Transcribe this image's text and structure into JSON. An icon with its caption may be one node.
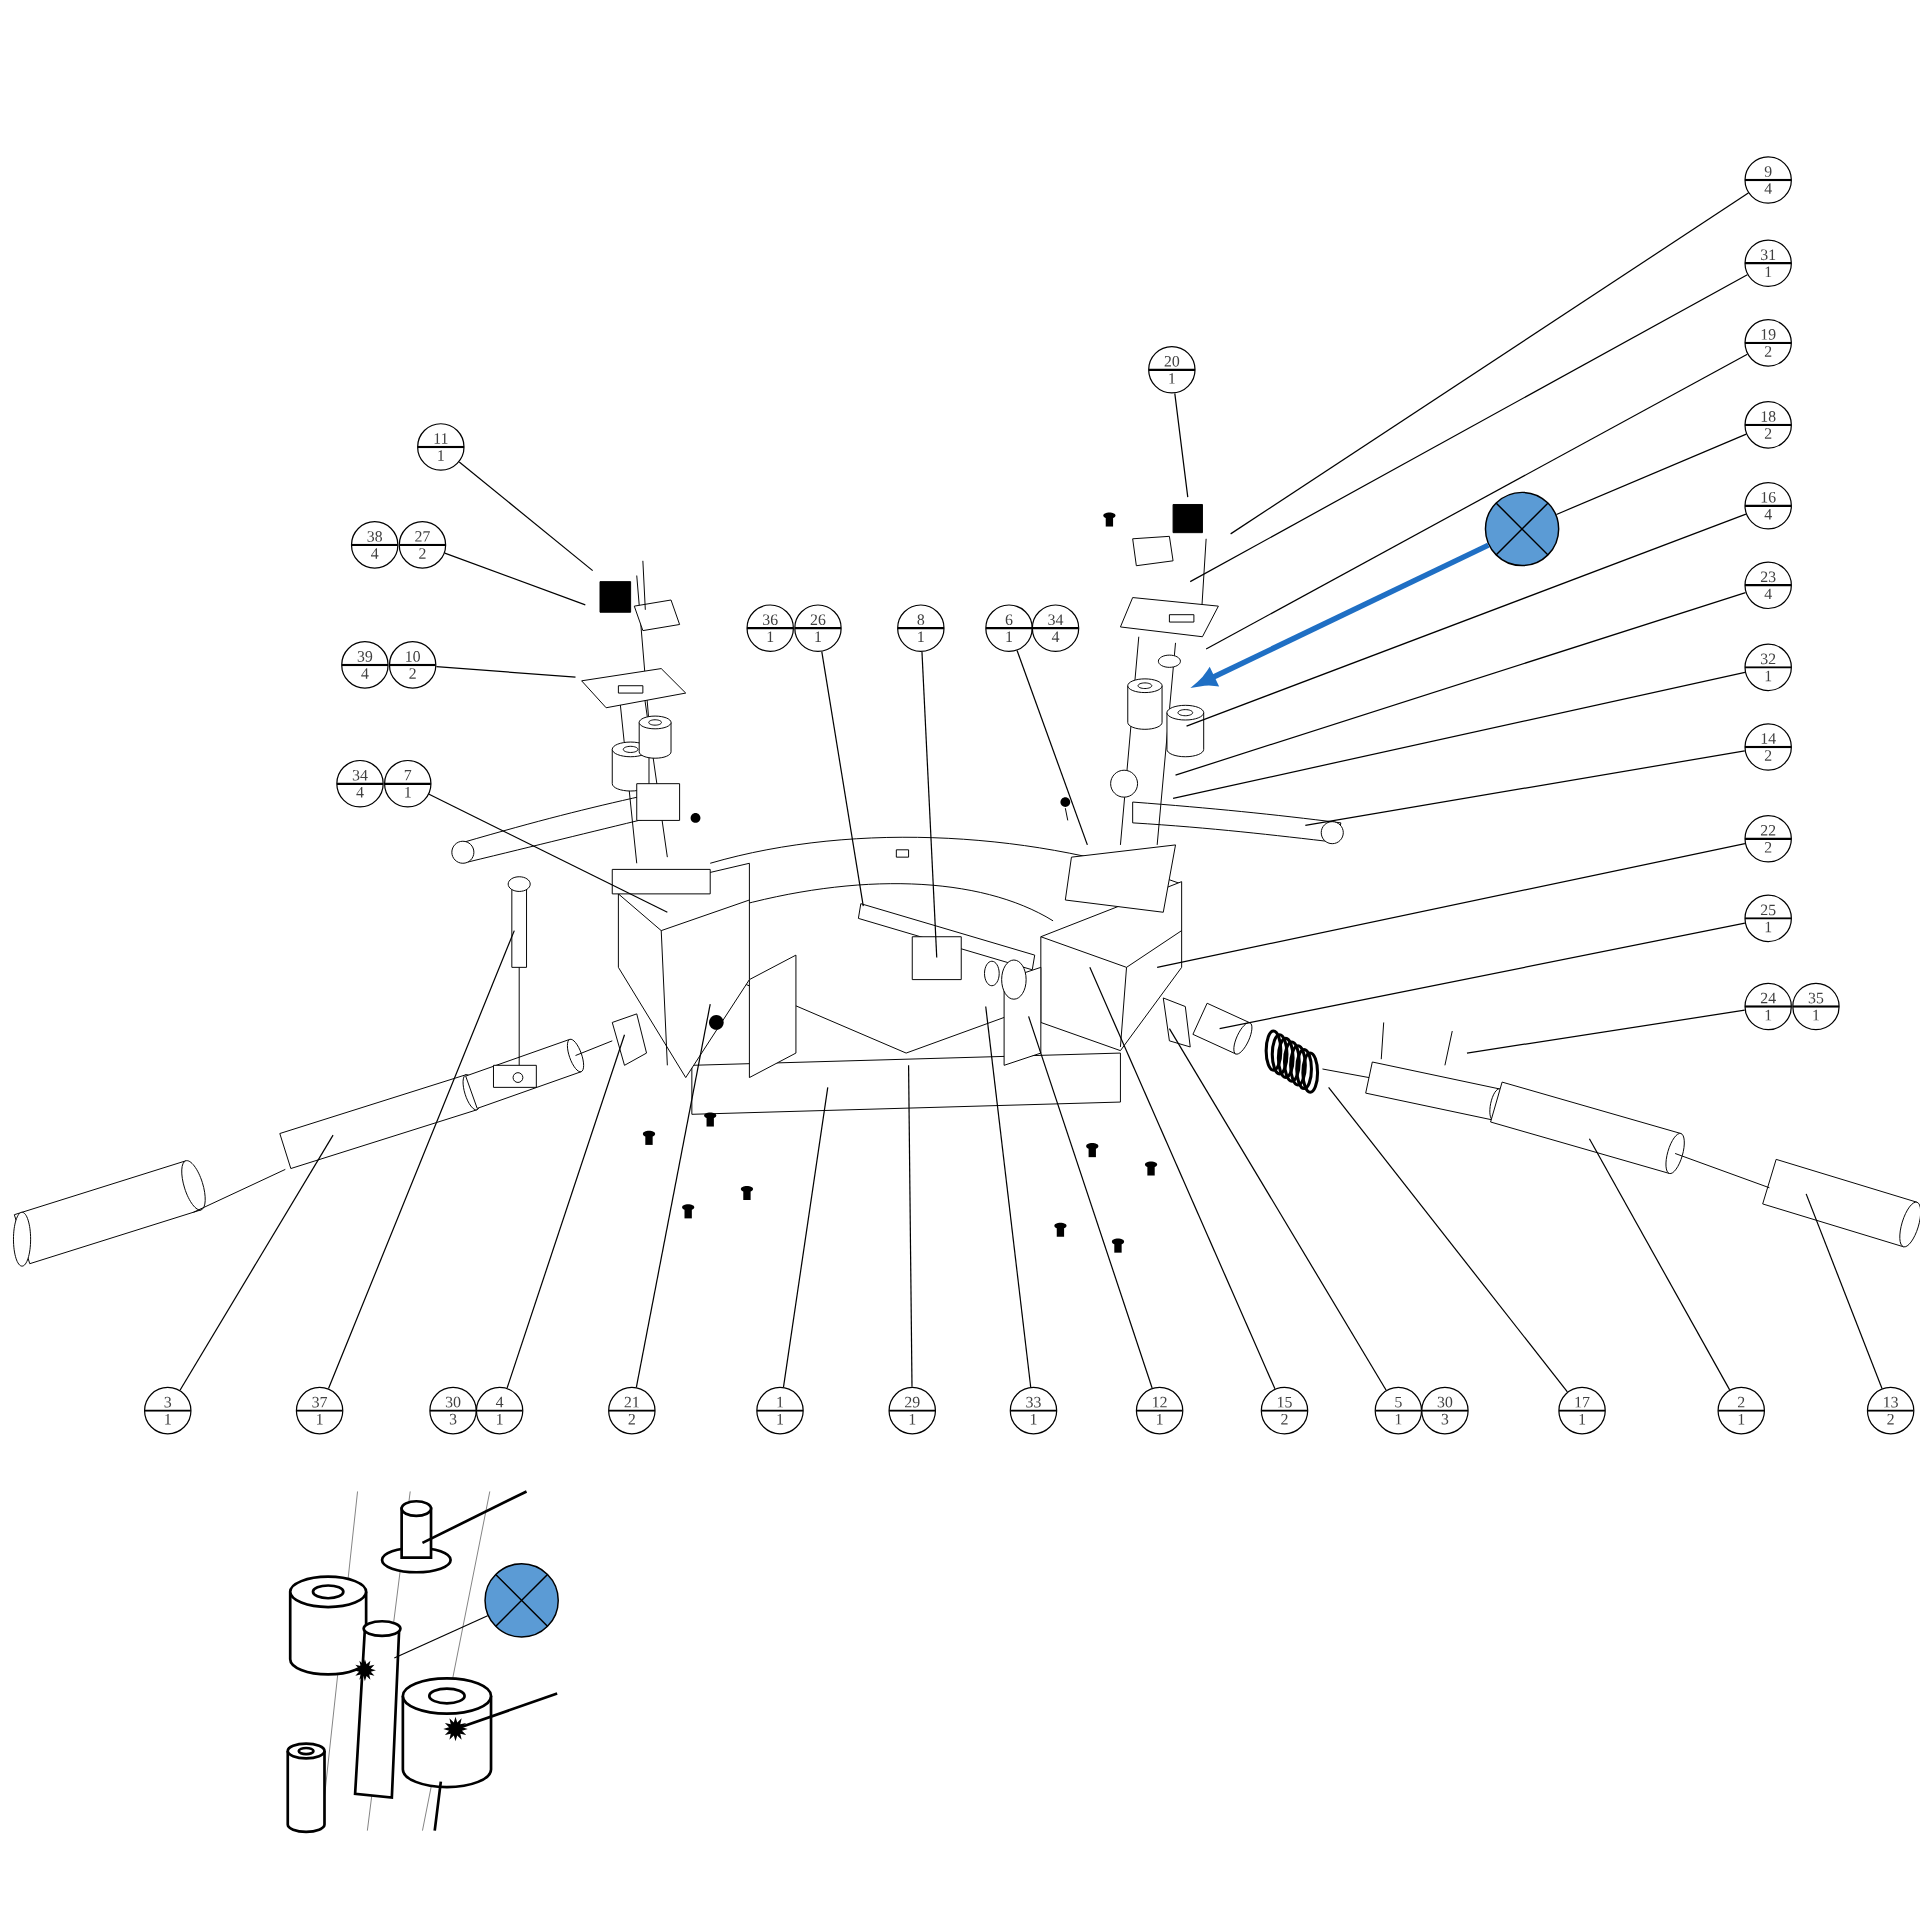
{
  "diagram": {
    "nodes": [
      {
        "text": [
          "9",
          "4"
        ]
      },
      {
        "text": [
          "31",
          "1"
        ]
      },
      {
        "text": [
          "19",
          "2"
        ]
      },
      {
        "text": [
          "20",
          "1"
        ]
      },
      {
        "text": [
          "18",
          "2"
        ]
      },
      {
        "text": [
          "11",
          "1"
        ]
      },
      {
        "text": [
          "16",
          "4"
        ]
      },
      {
        "text": [],
        "shape": "circle"
      },
      {
        "text": [
          "38",
          "4"
        ]
      },
      {
        "text": [
          "27",
          "2"
        ]
      },
      {
        "text": [
          "23",
          "4"
        ]
      },
      {
        "text": [
          "36",
          "1"
        ]
      },
      {
        "text": [
          "26",
          "1"
        ]
      },
      {
        "text": [
          "8",
          "1"
        ]
      },
      {
        "text": [
          "6",
          "1"
        ]
      },
      {
        "text": [
          "34",
          "4"
        ]
      },
      {
        "text": [
          "39",
          "4"
        ]
      },
      {
        "text": [
          "10",
          "2"
        ]
      },
      {
        "text": [
          "32",
          "1"
        ]
      },
      {
        "text": [
          "14",
          "2"
        ]
      },
      {
        "text": [
          "34",
          "4"
        ]
      },
      {
        "text": [
          "7",
          "1"
        ]
      },
      {
        "text": [
          "22",
          "2"
        ]
      },
      {
        "text": [
          "25",
          "1"
        ]
      },
      {
        "text": [
          "24",
          "1"
        ]
      },
      {
        "text": [
          "35",
          "1"
        ]
      },
      {
        "text": [
          "3",
          "1"
        ]
      },
      {
        "text": [
          "37",
          "1"
        ]
      },
      {
        "text": [
          "30",
          "3"
        ]
      },
      {
        "text": [
          "4",
          "1"
        ]
      },
      {
        "text": [
          "21",
          "2"
        ]
      },
      {
        "text": [
          "1",
          "1"
        ]
      },
      {
        "text": [
          "29",
          "1"
        ]
      },
      {
        "text": [
          "33",
          "1"
        ]
      },
      {
        "text": [
          "12",
          "1"
        ]
      },
      {
        "text": [
          "15",
          "2"
        ]
      },
      {
        "text": [
          "5",
          "1"
        ]
      },
      {
        "text": [
          "30",
          "3"
        ]
      },
      {
        "text": [
          "17",
          "1"
        ]
      },
      {
        "text": [
          "2",
          "1"
        ]
      },
      {
        "text": [
          "13",
          "2"
        ]
      },
      {
        "text": [],
        "shape": "circle"
      }
    ],
    "edges": [
      {
        "from": 0,
        "to": null,
        "arrow": "none"
      },
      {
        "from": 1,
        "to": null,
        "arrow": "none"
      },
      {
        "from": 2,
        "to": null,
        "arrow": "none"
      },
      {
        "from": 3,
        "to": null,
        "arrow": "none"
      },
      {
        "from": 4,
        "to": 7,
        "arrow": "none"
      },
      {
        "from": 5,
        "to": null,
        "arrow": "none"
      },
      {
        "from": 6,
        "to": null,
        "arrow": "none"
      },
      {
        "from": 7,
        "to": null,
        "arrow": "to",
        "style": "thick",
        "color": "#1f6fc4"
      },
      {
        "from": 9,
        "to": null,
        "arrow": "none"
      },
      {
        "from": 10,
        "to": null,
        "arrow": "none"
      },
      {
        "from": 12,
        "to": null,
        "arrow": "none"
      },
      {
        "from": 13,
        "to": null,
        "arrow": "none"
      },
      {
        "from": 14,
        "to": null,
        "arrow": "none"
      },
      {
        "from": 17,
        "to": null,
        "arrow": "none"
      },
      {
        "from": 18,
        "to": null,
        "arrow": "none"
      },
      {
        "from": 19,
        "to": null,
        "arrow": "none"
      },
      {
        "from": 21,
        "to": null,
        "arrow": "none"
      },
      {
        "from": 22,
        "to": null,
        "arrow": "none"
      },
      {
        "from": 23,
        "to": null,
        "arrow": "none"
      },
      {
        "from": 24,
        "to": null,
        "arrow": "none"
      },
      {
        "from": 26,
        "to": null,
        "arrow": "none"
      },
      {
        "from": 27,
        "to": null,
        "arrow": "none"
      },
      {
        "from": 29,
        "to": null,
        "arrow": "none"
      },
      {
        "from": 30,
        "to": null,
        "arrow": "none"
      },
      {
        "from": 31,
        "to": null,
        "arrow": "none"
      },
      {
        "from": 32,
        "to": null,
        "arrow": "none"
      },
      {
        "from": 33,
        "to": null,
        "arrow": "none"
      },
      {
        "from": 34,
        "to": null,
        "arrow": "none"
      },
      {
        "from": 35,
        "to": null,
        "arrow": "none"
      },
      {
        "from": 36,
        "to": null,
        "arrow": "none"
      },
      {
        "from": 38,
        "to": null,
        "arrow": "none"
      },
      {
        "from": 39,
        "to": null,
        "arrow": "none"
      },
      {
        "from": 40,
        "to": null,
        "arrow": "none"
      },
      {
        "from": 41,
        "to": null,
        "arrow": "none"
      }
    ]
  }
}
